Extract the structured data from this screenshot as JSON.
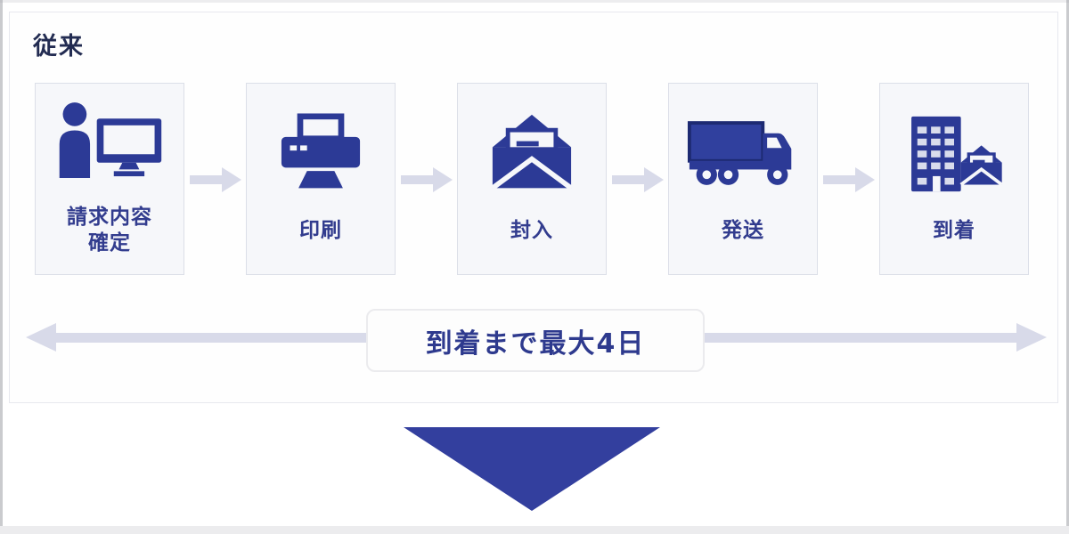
{
  "panel": {
    "title": "従来"
  },
  "flow": {
    "steps": [
      {
        "icon": "person-computer-icon",
        "lines": [
          "請求内容",
          "確定"
        ]
      },
      {
        "icon": "printer-icon",
        "lines": [
          "印刷"
        ]
      },
      {
        "icon": "envelope-icon",
        "lines": [
          "封入"
        ]
      },
      {
        "icon": "truck-icon",
        "lines": [
          "発送"
        ]
      },
      {
        "icon": "building-mail-icon",
        "lines": [
          "到着"
        ]
      }
    ]
  },
  "duration": {
    "label": "到着まで最大4日"
  },
  "colors": {
    "icon_navy": "#2c3a96",
    "label_navy": "#323c8e",
    "light_arrow": "#d8dae9",
    "box_background": "#f6f7fa",
    "box_border": "#dcdfe8",
    "big_triangle": "#333f9e"
  }
}
